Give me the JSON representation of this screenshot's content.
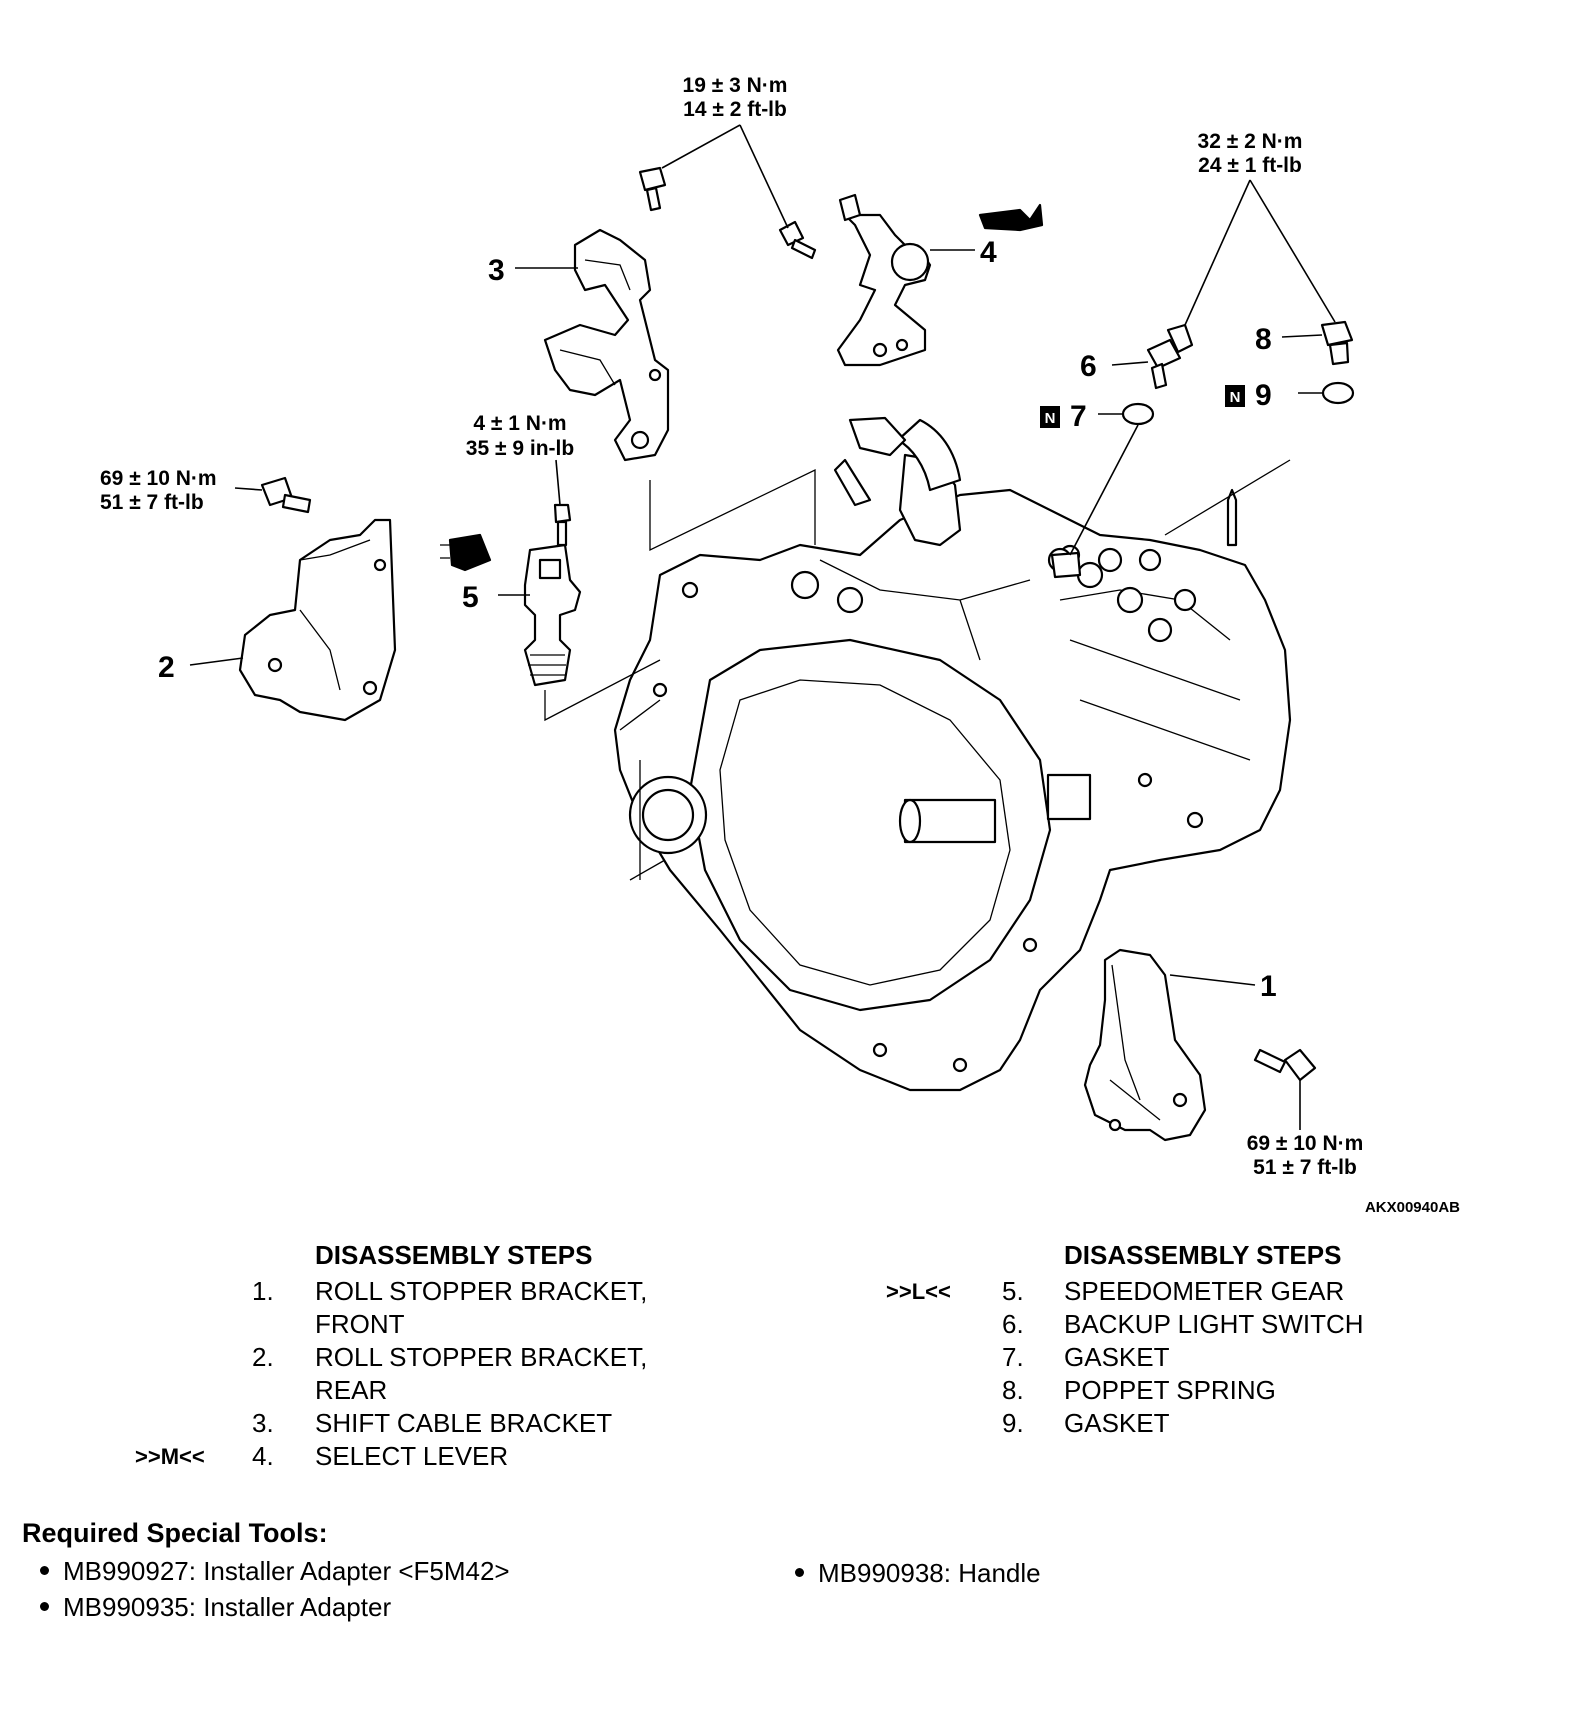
{
  "torque_specs": {
    "t19": {
      "nm": "19 ± 3 N·m",
      "ft": "14 ± 2 ft-lb"
    },
    "t32": {
      "nm": "32 ± 2 N·m",
      "ft": "24 ± 1 ft-lb"
    },
    "t4": {
      "nm": "4 ± 1 N·m",
      "ft": "35 ± 9 in-lb"
    },
    "t69_rear": {
      "nm": "69 ± 10 N·m",
      "ft": "51 ± 7 ft-lb"
    },
    "t69_front": {
      "nm": "69 ± 10 N·m",
      "ft": "51 ± 7 ft-lb"
    }
  },
  "callouts": [
    "1",
    "2",
    "3",
    "4",
    "5",
    "6",
    "7",
    "8",
    "9"
  ],
  "new_part_marker": "N",
  "figure_id": "AKX00940AB",
  "steps_left": {
    "heading": "DISASSEMBLY STEPS",
    "items": [
      {
        "marker": "",
        "number": "1.",
        "line1": "ROLL STOPPER BRACKET,",
        "line2": "FRONT"
      },
      {
        "marker": "",
        "number": "2.",
        "line1": "ROLL STOPPER BRACKET,",
        "line2": "REAR"
      },
      {
        "marker": "",
        "number": "3.",
        "line1": "SHIFT CABLE BRACKET"
      },
      {
        "marker": ">>M<<",
        "number": "4.",
        "line1": "SELECT LEVER"
      }
    ]
  },
  "steps_right": {
    "heading": "DISASSEMBLY STEPS",
    "items": [
      {
        "marker": ">>L<<",
        "number": "5.",
        "line1": "SPEEDOMETER GEAR"
      },
      {
        "marker": "",
        "number": "6.",
        "line1": "BACKUP LIGHT SWITCH"
      },
      {
        "marker": "",
        "number": "7.",
        "line1": "GASKET"
      },
      {
        "marker": "",
        "number": "8.",
        "line1": "POPPET SPRING"
      },
      {
        "marker": "",
        "number": "9.",
        "line1": "GASKET"
      }
    ]
  },
  "tools": {
    "title": "Required Special Tools:",
    "items": [
      "MB990927: Installer Adapter <F5M42>",
      "MB990935: Installer Adapter",
      "MB990938: Handle"
    ]
  }
}
